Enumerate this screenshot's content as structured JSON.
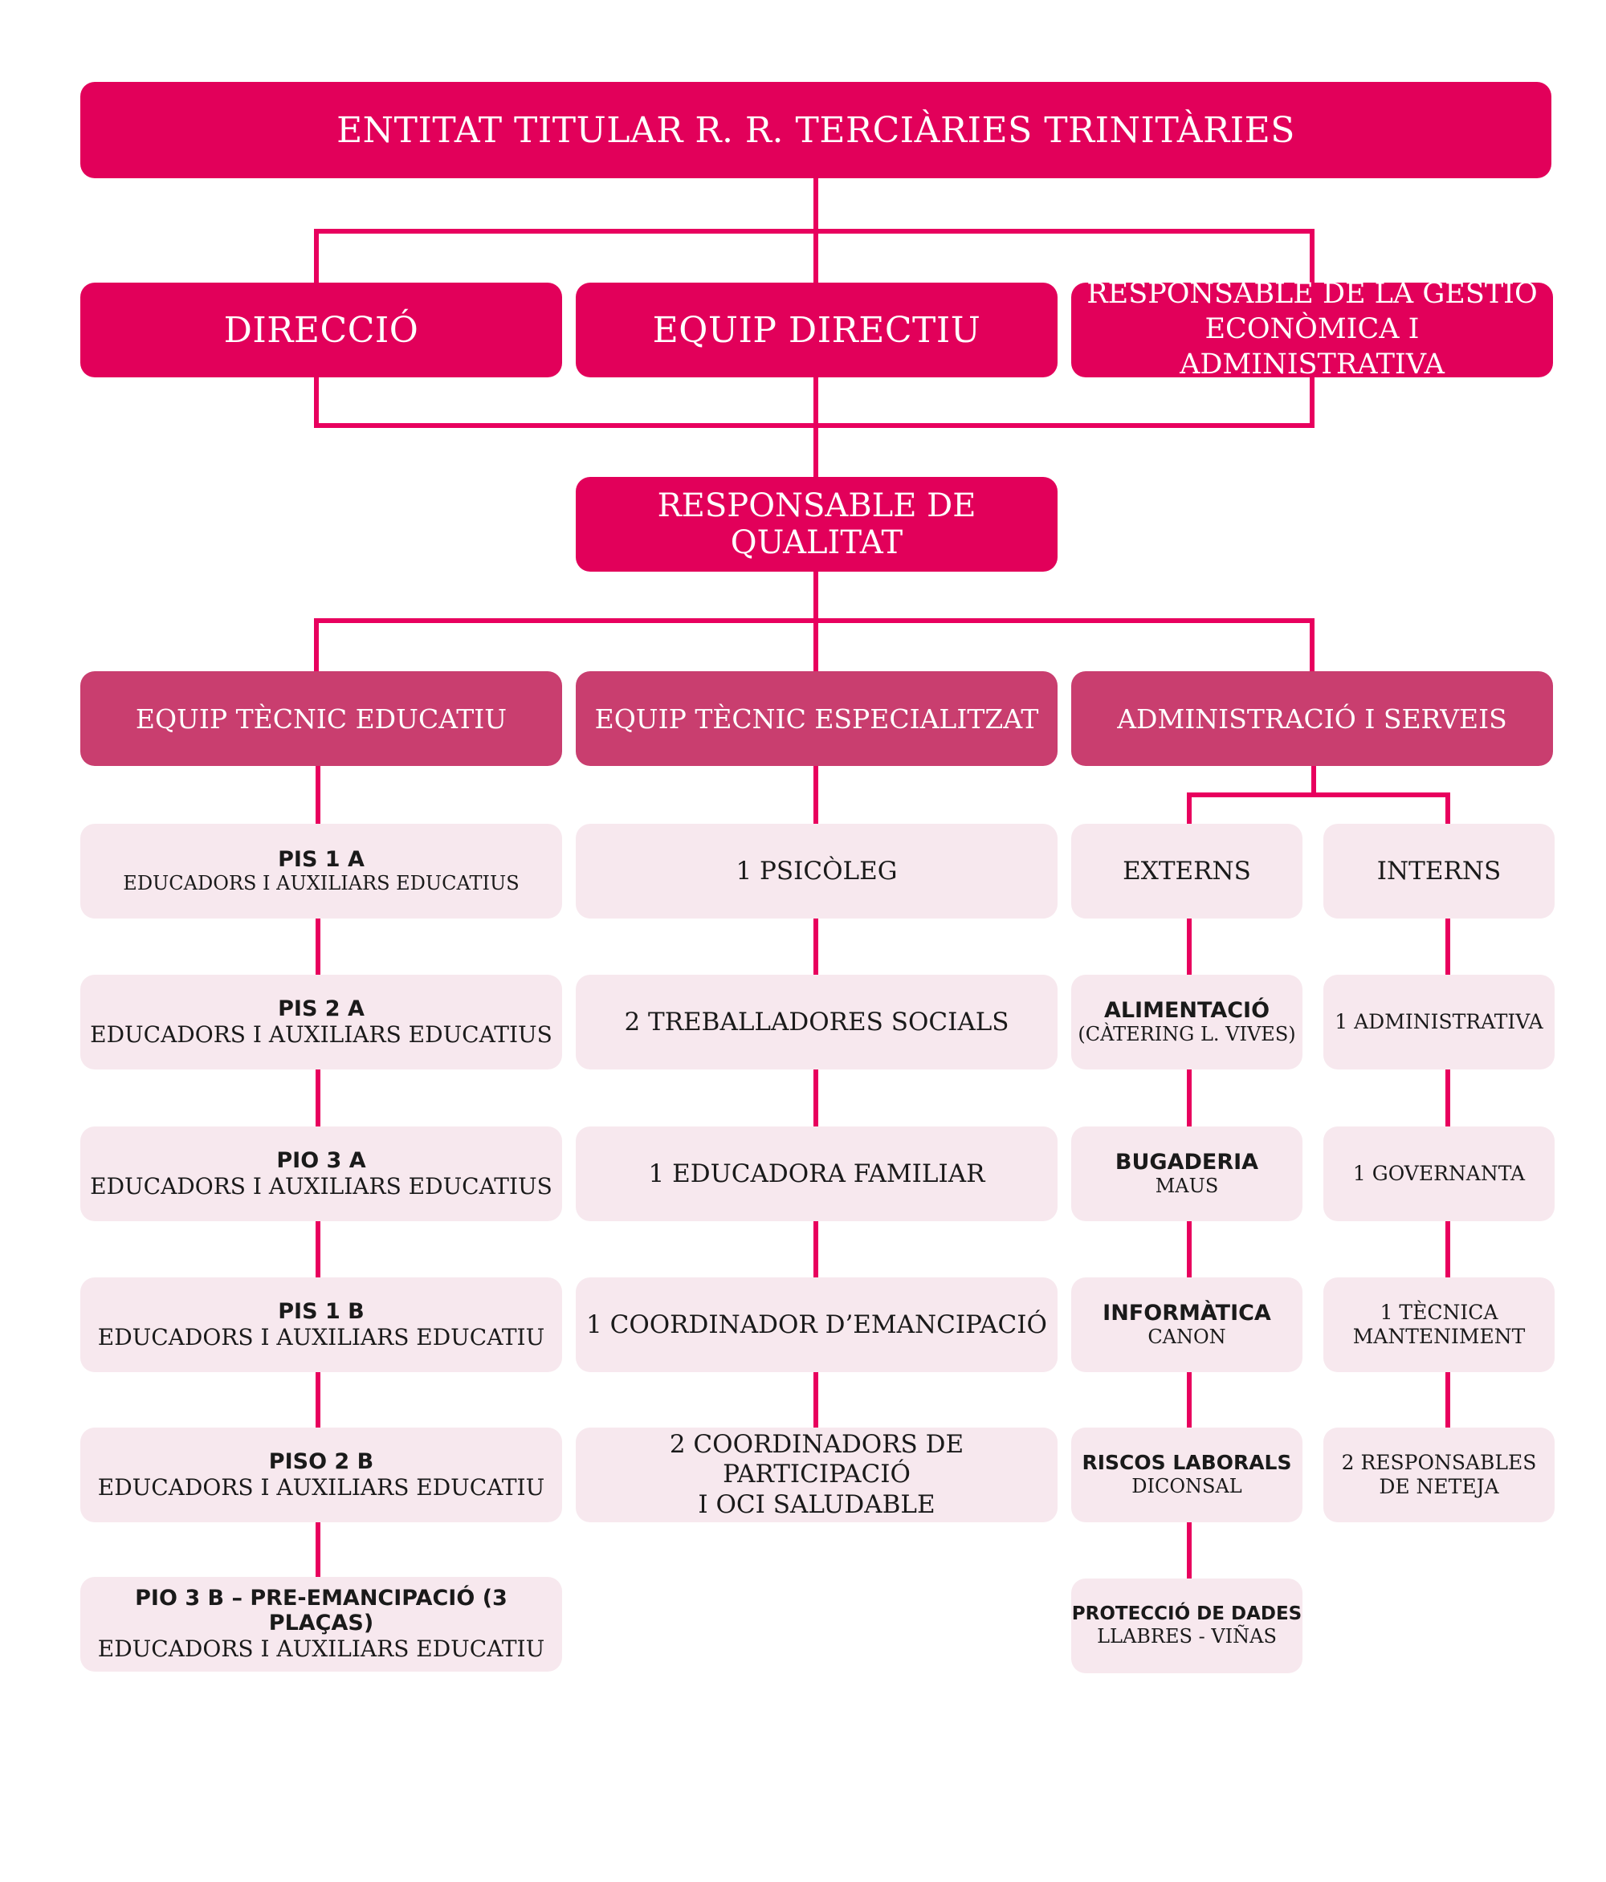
{
  "top": {
    "title": "ENTITAT TITULAR R. R. TERCIÀRIES TRINITÀRIES"
  },
  "level2": {
    "direccio": "DIRECCIÓ",
    "equip_directiu": "EQUIP DIRECTIU",
    "responsable_gestio_line1": "RESPONSABLE DE LA GESTIÓ",
    "responsable_gestio_line2": "ECONÒMICA I ADMINISTRATIVA"
  },
  "qualitat": "RESPONSABLE DE QUALITAT",
  "departments": {
    "educatiu": "EQUIP TÈCNIC EDUCATIU",
    "especialitzat": "EQUIP TÈCNIC ESPECIALITZAT",
    "administracio": "ADMINISTRACIÓ I SERVEIS"
  },
  "educatiu_items": [
    {
      "title": "PIS 1 A",
      "subtitle": "EDUCADORS I AUXILIARS EDUCATIUS"
    },
    {
      "title": "PIS 2 A",
      "subtitle": "EDUCADORS I AUXILIARS EDUCATIUS"
    },
    {
      "title": "PIO 3 A",
      "subtitle": "EDUCADORS I AUXILIARS EDUCATIUS"
    },
    {
      "title": "PIS 1 B",
      "subtitle": "EDUCADORS I AUXILIARS EDUCATIU"
    },
    {
      "title": "PISO 2 B",
      "subtitle": "EDUCADORS I AUXILIARS EDUCATIU"
    },
    {
      "title": "PIO 3 B – PRE-EMANCIPACIÓ (3 PLAÇAS)",
      "subtitle": "EDUCADORS I AUXILIARS EDUCATIU"
    }
  ],
  "especialitzat_items": [
    {
      "line1": "1 PSICÒLEG"
    },
    {
      "line1": "2 TREBALLADORES SOCIALS"
    },
    {
      "line1": "1 EDUCADORA FAMILIAR"
    },
    {
      "line1": "1 COORDINADOR D’EMANCIPACIÓ"
    },
    {
      "line1": "2 COORDINADORS DE PARTICIPACIÓ",
      "line2": "I OCI SALUDABLE"
    }
  ],
  "serveis": {
    "externs": "EXTERNS",
    "interns": "INTERNS",
    "externs_items": [
      {
        "title": "ALIMENTACIÓ",
        "subtitle": "(CÀTERING L. VIVES)"
      },
      {
        "title": "BUGADERIA",
        "subtitle": "MAUS"
      },
      {
        "title": "INFORMÀTICA",
        "subtitle": "CANON"
      },
      {
        "title": "RISCOS LABORALS",
        "subtitle": "DICONSAL"
      },
      {
        "title": "PROTECCIÓ DE DADES",
        "subtitle": "LLABRES - VIÑAS"
      }
    ],
    "interns_items": [
      {
        "line1": "1 ADMINISTRATIVA"
      },
      {
        "line1": "1 GOVERNANTA"
      },
      {
        "line1": "1 TÈCNICA",
        "line2": "MANTENIMENT"
      },
      {
        "line1": "2 RESPONSABLES",
        "line2": "DE NETEJA"
      }
    ]
  },
  "colors": {
    "primary": "#e2005a",
    "secondary": "#c93e6f",
    "light": "#f7e8ee",
    "line": "#e8005e"
  }
}
